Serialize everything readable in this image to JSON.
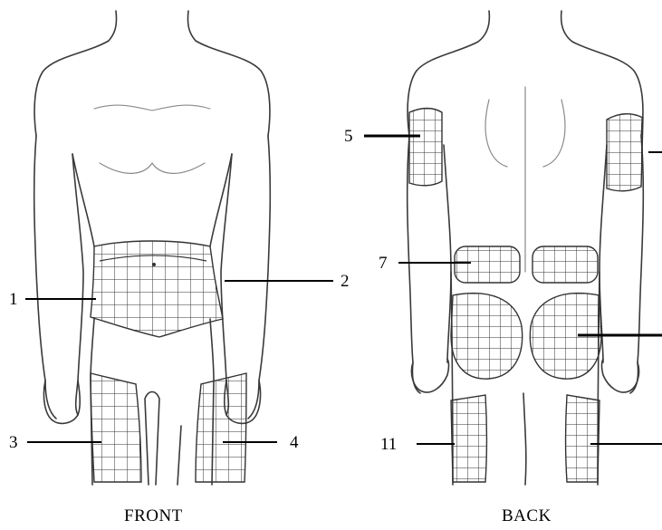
{
  "captions": {
    "front": "FRONT",
    "back": "BACK"
  },
  "labels": {
    "one": "1",
    "two": "2",
    "three": "3",
    "four": "4",
    "five": "5",
    "seven": "7",
    "eleven": "11"
  },
  "colors": {
    "outline": "#3a3a3a",
    "shade": "#8a8a8a",
    "grid": "#333333",
    "leader": "#000000"
  }
}
